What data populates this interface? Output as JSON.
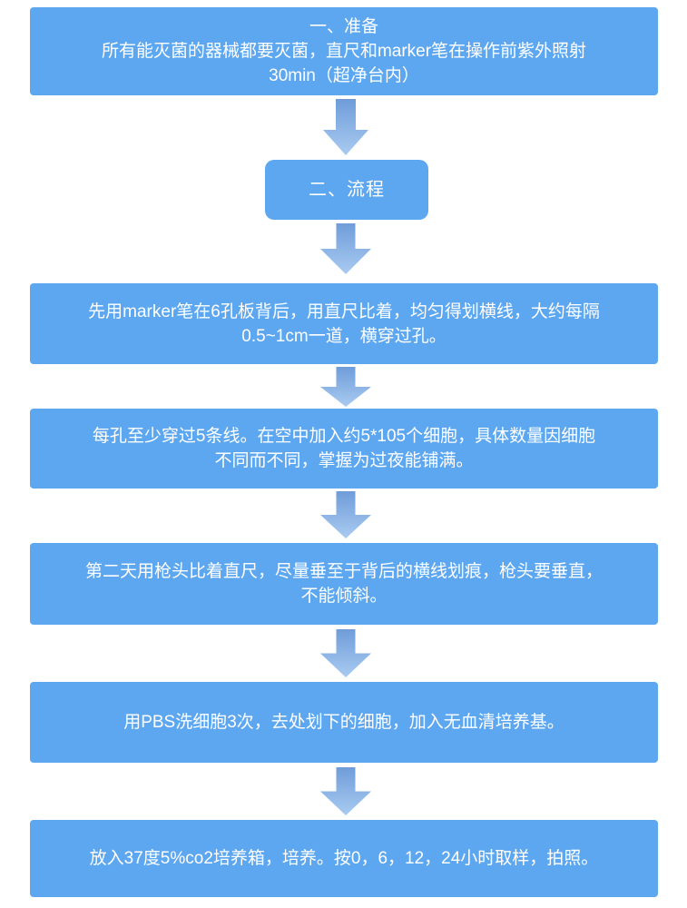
{
  "colors": {
    "box_fill": "#5CA7F0",
    "arrow_gradient_top": "#6F9CD9",
    "arrow_gradient_bottom": "#A9CBF1",
    "text": "#FFFFFF",
    "background": "#FFFFFF"
  },
  "flowchart": {
    "steps": [
      {
        "lines": [
          "一、准备",
          "所有能灭菌的器械都要灭菌，直尺和marker笔在操作前紫外照射",
          "30min（超净台内）"
        ]
      },
      {
        "lines": [
          "二、流程"
        ]
      },
      {
        "lines": [
          "先用marker笔在6孔板背后，用直尺比着，均匀得划横线，大约每隔",
          "0.5~1cm一道，横穿过孔。"
        ]
      },
      {
        "lines": [
          "每孔至少穿过5条线。在空中加入约5*105个细胞，具体数量因细胞",
          "不同而不同，掌握为过夜能铺满。"
        ]
      },
      {
        "lines": [
          "第二天用枪头比着直尺，尽量垂至于背后的横线划痕，枪头要垂直，",
          "不能倾斜。"
        ]
      },
      {
        "lines": [
          "用PBS洗细胞3次，去处划下的细胞，加入无血清培养基。"
        ]
      },
      {
        "lines": [
          "放入37度5%co2培养箱，培养。按0，6，12，24小时取样，拍照。"
        ]
      }
    ]
  }
}
